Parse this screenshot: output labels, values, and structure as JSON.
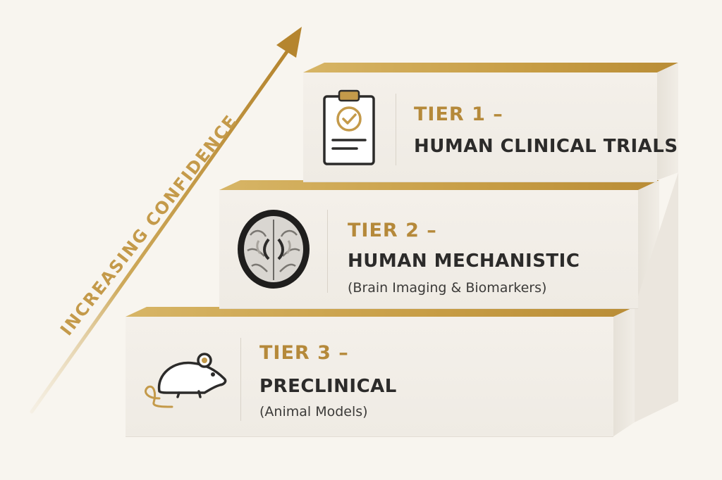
{
  "diagram": {
    "axis_label": "INCREASING CONFIDENCE",
    "tiers": [
      {
        "label": "TIER 1 –",
        "title": "HUMAN CLINICAL TRIALS",
        "subtitle": "",
        "icon": "clipboard-check-icon"
      },
      {
        "label": "TIER 2 –",
        "title": "HUMAN MECHANISTIC",
        "subtitle": "(Brain Imaging & Biomarkers)",
        "icon": "brain-scan-icon"
      },
      {
        "label": "TIER 3 –",
        "title": "PRECLINICAL",
        "subtitle": "(Animal Models)",
        "icon": "mouse-icon"
      }
    ],
    "colors": {
      "accent": "#b5893a",
      "gold_top": "#c9a14a",
      "text_dark": "#2c2b2a",
      "block_face": "#f1ede6",
      "background": "#f8f5ef"
    }
  }
}
